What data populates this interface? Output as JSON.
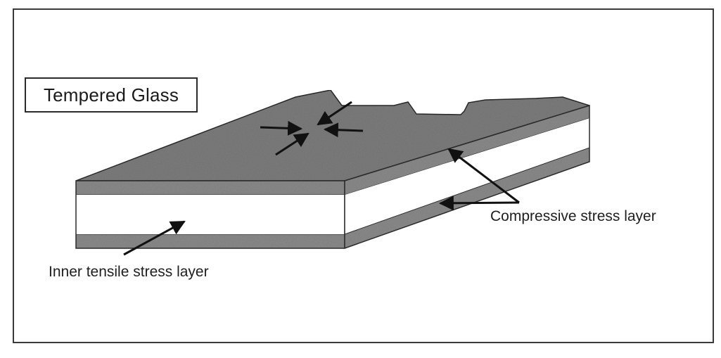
{
  "title": "Tempered Glass",
  "labels": {
    "compressive": "Compressive stress layer",
    "tensile": "Inner tensile stress layer"
  },
  "colors": {
    "glass_surface": "#7a7a7a",
    "glass_side": "#8c8c8c",
    "core": "#ffffff",
    "ink": "#1a1a1a"
  }
}
